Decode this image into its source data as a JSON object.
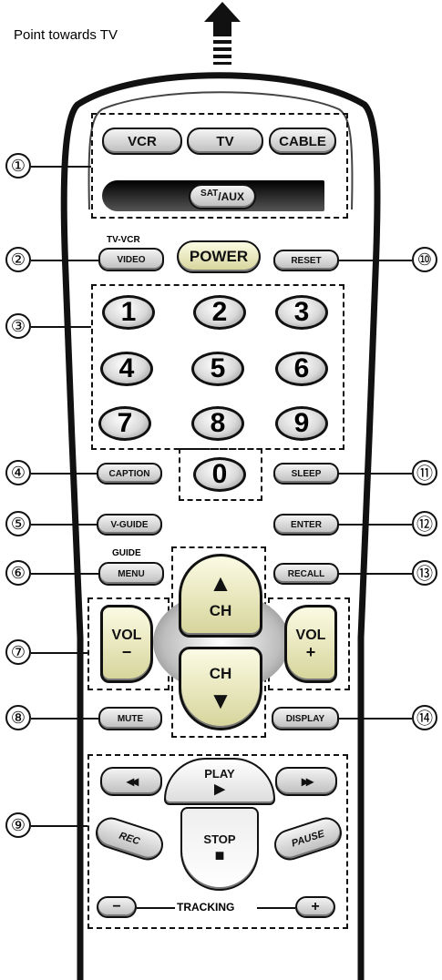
{
  "instruction": "Point towards TV",
  "callouts": [
    "①",
    "②",
    "③",
    "④",
    "⑤",
    "⑥",
    "⑦",
    "⑧",
    "⑨",
    "⑩",
    "⑪",
    "⑫",
    "⑬",
    "⑭"
  ],
  "mode_buttons": {
    "vcr": "VCR",
    "tv": "TV",
    "cable": "CABLE",
    "sat_main": "SAT",
    "sat_sub": "/AUX"
  },
  "labels": {
    "tvvcr": "TV-VCR",
    "guide": "GUIDE",
    "tracking": "TRACKING"
  },
  "buttons": {
    "video": "VIDEO",
    "power": "POWER",
    "reset": "RESET",
    "caption": "CAPTION",
    "sleep": "SLEEP",
    "vguide": "V-GUIDE",
    "enter": "ENTER",
    "menu": "MENU",
    "recall": "RECALL",
    "mute": "MUTE",
    "display": "DISPLAY",
    "ch": "CH",
    "vol": "VOL",
    "play": "PLAY",
    "stop": "STOP",
    "rec": "REC",
    "pause": "PAUSE"
  },
  "digits": [
    "1",
    "2",
    "3",
    "4",
    "5",
    "6",
    "7",
    "8",
    "9",
    "0"
  ],
  "symbols": {
    "up": "▲",
    "down": "▼",
    "minus": "−",
    "plus": "+",
    "rew": "◂◂",
    "ff": "▸▸",
    "play": "▶",
    "stop": "■"
  }
}
